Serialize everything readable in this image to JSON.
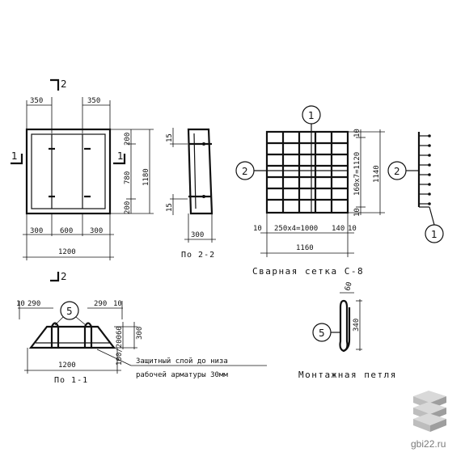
{
  "labels": {
    "dim_350_left": "350",
    "dim_350_right": "350",
    "section_mark_top": "2",
    "section_mark_bottom": "2",
    "section_mark_side": "1",
    "dim_200_top": "200",
    "dim_780": "780",
    "dim_200_bottom": "200",
    "dim_1180": "1180",
    "dim_300_l": "300",
    "dim_600": "600",
    "dim_300_r": "300",
    "dim_1200_plan": "1200",
    "dim_15_top": "15",
    "dim_15_bottom": "15",
    "dim_300_section": "300",
    "section_22_title": "По 2-2",
    "mesh_callout_1": "1",
    "mesh_callout_2": "2",
    "mesh_callout_2_side": "2",
    "mesh_callout_1_side": "1",
    "dim_10_top": "10",
    "dim_160x7": "160х7=1120",
    "dim_10_bottom": "10",
    "dim_1140": "1140",
    "dim_10_left": "10",
    "dim_250x4": "250х4=1000",
    "dim_140": "140",
    "dim_10_right": "10",
    "dim_1160": "1160",
    "mesh_title": "Сварная сетка С-8",
    "dim_10_s11_l": "10",
    "dim_290_l": "290",
    "callout_5_section": "5",
    "dim_290_r": "290",
    "dim_10_s11_r": "10",
    "dim_60_side": "60",
    "dim_100_200": "100/200",
    "dim_300_s11": "300",
    "dim_1200_s11": "1200",
    "section_11_title": "По 1-1",
    "cover_note_line1": "Защитный слой до низа",
    "cover_note_line2": "рабочей арматуры 30мм",
    "dim_60_loop": "60",
    "dim_340": "340",
    "callout_5_loop": "5",
    "loop_title": "Монтажная петля",
    "watermark": "gbi22.ru"
  },
  "colors": {
    "ink": "#111111",
    "watermark_text": "#7a7a7a",
    "logo_light": "#d9d9d9",
    "logo_mid": "#bdbdbd",
    "logo_dark": "#9e9e9e"
  }
}
